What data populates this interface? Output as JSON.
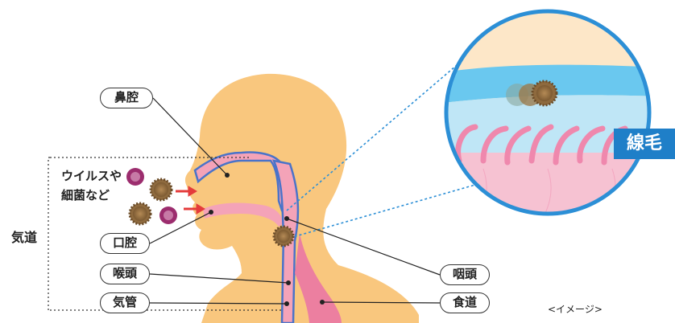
{
  "labels": {
    "nasal_cavity": "鼻腔",
    "oral_cavity": "口腔",
    "larynx": "喉頭",
    "trachea": "気管",
    "pharynx": "咽頭",
    "esophagus": "食道",
    "airway": "気道",
    "pathogens_line1": "ウイルスや",
    "pathogens_line2": "細菌など",
    "cilia": "線毛",
    "image_note": "<イメージ>"
  },
  "colors": {
    "skin": "#f9c77e",
    "airway_pink": "#f4a3b8",
    "airway_dark": "#ec7fa0",
    "outline_blue": "#4a73c9",
    "circle_border": "#2c8fd6",
    "mucus_blue": "#8fd0ef",
    "cilia_pink": "#ef88ad",
    "tissue_pink": "#f6c2d2",
    "virus_brown": "#8e6a3e",
    "virus_purple": "#9c2d6e",
    "arrow_red": "#e43b3b"
  }
}
